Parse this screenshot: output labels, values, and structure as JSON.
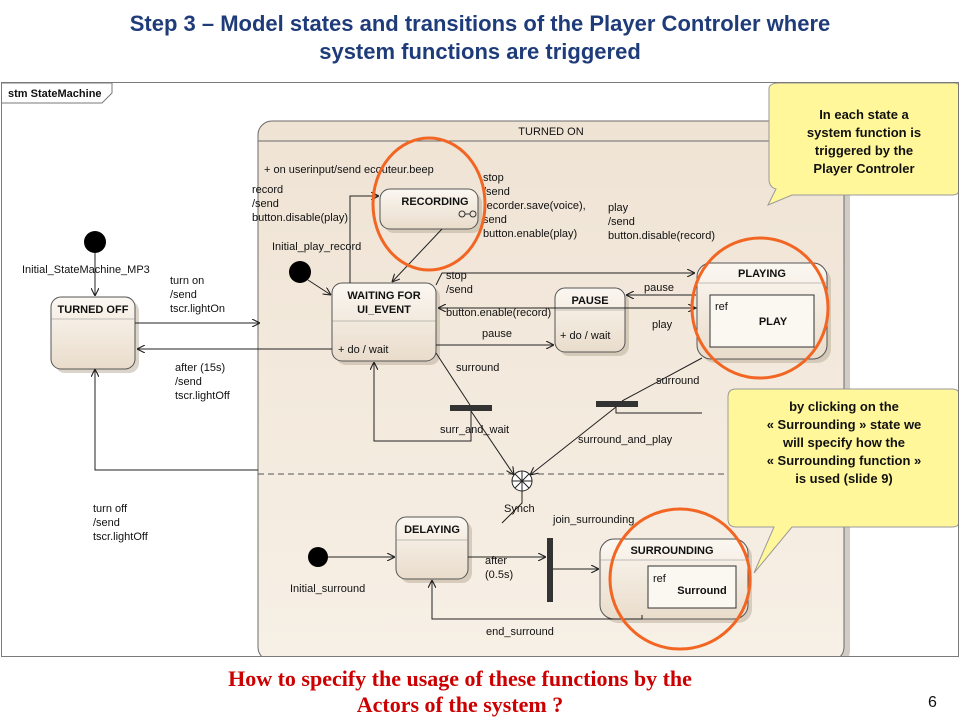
{
  "slide": {
    "title_line1": "Step 3 – Model states and transitions of the Player Controler where",
    "title_line2": "system functions are triggered",
    "question_line1": "How to specify the usage of these functions by the",
    "question_line2": "Actors of the system ?",
    "page_number": "6"
  },
  "diagram": {
    "frame_tab": "stm StateMachine",
    "composite_state": "TURNED ON",
    "internal_action": "+    on userinput/send ecouteur.beep",
    "states": {
      "turned_off": "TURNED OFF",
      "recording": "RECORDING",
      "waiting_line1": "WAITING FOR",
      "waiting_line2": "UI_EVENT",
      "waiting_action": "+    do / wait",
      "pause": "PAUSE",
      "pause_action": "+    do / wait",
      "playing": "PLAYING",
      "playing_ref": "ref",
      "playing_ref_name": "PLAY",
      "delaying": "DELAYING",
      "surrounding": "SURROUNDING",
      "surrounding_ref": "ref",
      "surrounding_ref_name": "Surround"
    },
    "initials": {
      "mp3": "Initial_StateMachine_MP3",
      "play_record": "Initial_play_record",
      "surround": "Initial_surround"
    },
    "transitions": {
      "turn_on": [
        "turn on",
        "/send",
        "tscr.lightOn"
      ],
      "after_15s": [
        "after (15s)",
        "/send",
        "tscr.lightOff"
      ],
      "turn_off": [
        "turn off",
        "/send",
        "tscr.lightOff"
      ],
      "record": [
        "record",
        "/send",
        "button.disable(play)"
      ],
      "stop_recording": [
        "stop",
        "/send",
        "recorder.save(voice),",
        "send",
        "button.enable(play)"
      ],
      "play_to_playing": [
        "play",
        "/send",
        "button.disable(record)"
      ],
      "stop_playing": [
        "stop",
        "/send",
        "button.enable(record)"
      ],
      "pause_1": "pause",
      "pause_2": "pause",
      "play_2": "play",
      "surround_1": "surround",
      "surround_2": "surround",
      "after_05s": [
        "after",
        "(0.5s)"
      ],
      "end_surround": "end_surround"
    },
    "pseudostates": {
      "surr_and_wait": "surr_and_wait",
      "surround_and_play": "surround_and_play",
      "synch": "Synch",
      "join_surrounding": "join_surrounding"
    },
    "callouts": {
      "top": [
        "In each  state a",
        "system function is",
        "triggered by the",
        "Player Controler"
      ],
      "bottom": [
        "by clicking on the",
        "« Surrounding » state  we",
        "will specify  how the",
        "« Surrounding function »",
        "is used (slide 9)"
      ]
    }
  },
  "colors": {
    "title": "#1f3c7a",
    "question": "#cc0000",
    "highlight_ring": "#f26522",
    "callout_fill": "#fff799",
    "callout_border": "#9a9a9a",
    "state_fill": "#f3e9dc"
  }
}
